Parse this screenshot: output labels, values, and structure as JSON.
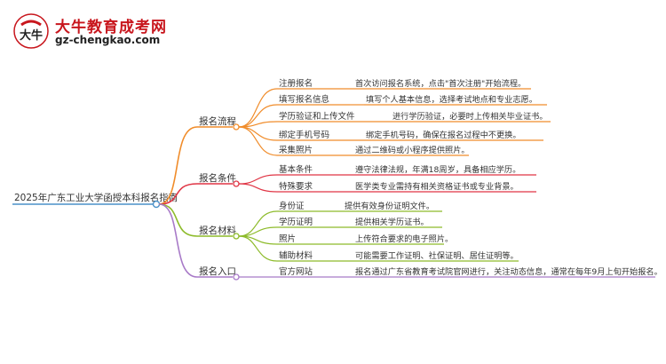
{
  "logo": {
    "title": "大牛教育成考网",
    "url": "gz-chengkao.com",
    "mark_text": "大牛"
  },
  "colors": {
    "root": "#4a90c8",
    "flow": "#f08c2a",
    "conditions": "#e03545",
    "materials": "#8dbb2a",
    "entrance": "#a87ac8",
    "blue": "#3a7fd0"
  },
  "mindmap": {
    "root": "2025年广东工业大学函授本科报名指南",
    "categories": [
      {
        "label": "报名流程",
        "items": [
          {
            "name": "注册报名",
            "desc": "首次访问报名系统，点击\"首次注册\"开始流程。"
          },
          {
            "name": "填写报名信息",
            "desc": "填写个人基本信息，选择考试地点和专业志愿。"
          },
          {
            "name": "学历验证和上传文件",
            "desc": "进行学历验证，必要时上传相关毕业证书。"
          },
          {
            "name": "绑定手机号码",
            "desc": "绑定手机号码，确保在报名过程中不更换。"
          },
          {
            "name": "采集照片",
            "desc": "通过二维码或小程序提供照片。"
          }
        ]
      },
      {
        "label": "报名条件",
        "items": [
          {
            "name": "基本条件",
            "desc": "遵守法律法规，年满18周岁，具备相应学历。"
          },
          {
            "name": "特殊要求",
            "desc": "医学类专业需持有相关资格证书或专业背景。"
          }
        ]
      },
      {
        "label": "报名材料",
        "items": [
          {
            "name": "身份证",
            "desc": "提供有效身份证明文件。"
          },
          {
            "name": "学历证明",
            "desc": "提供相关学历证书。"
          },
          {
            "name": "照片",
            "desc": "上传符合要求的电子照片。"
          },
          {
            "name": "辅助材料",
            "desc": "可能需要工作证明、社保证明、居住证明等。"
          }
        ]
      },
      {
        "label": "报名入口",
        "items": [
          {
            "name": "官方网站",
            "desc": "报名通过广东省教育考试院官网进行，关注动态信息，通常在每年9月上旬开始报名。"
          }
        ]
      }
    ]
  }
}
